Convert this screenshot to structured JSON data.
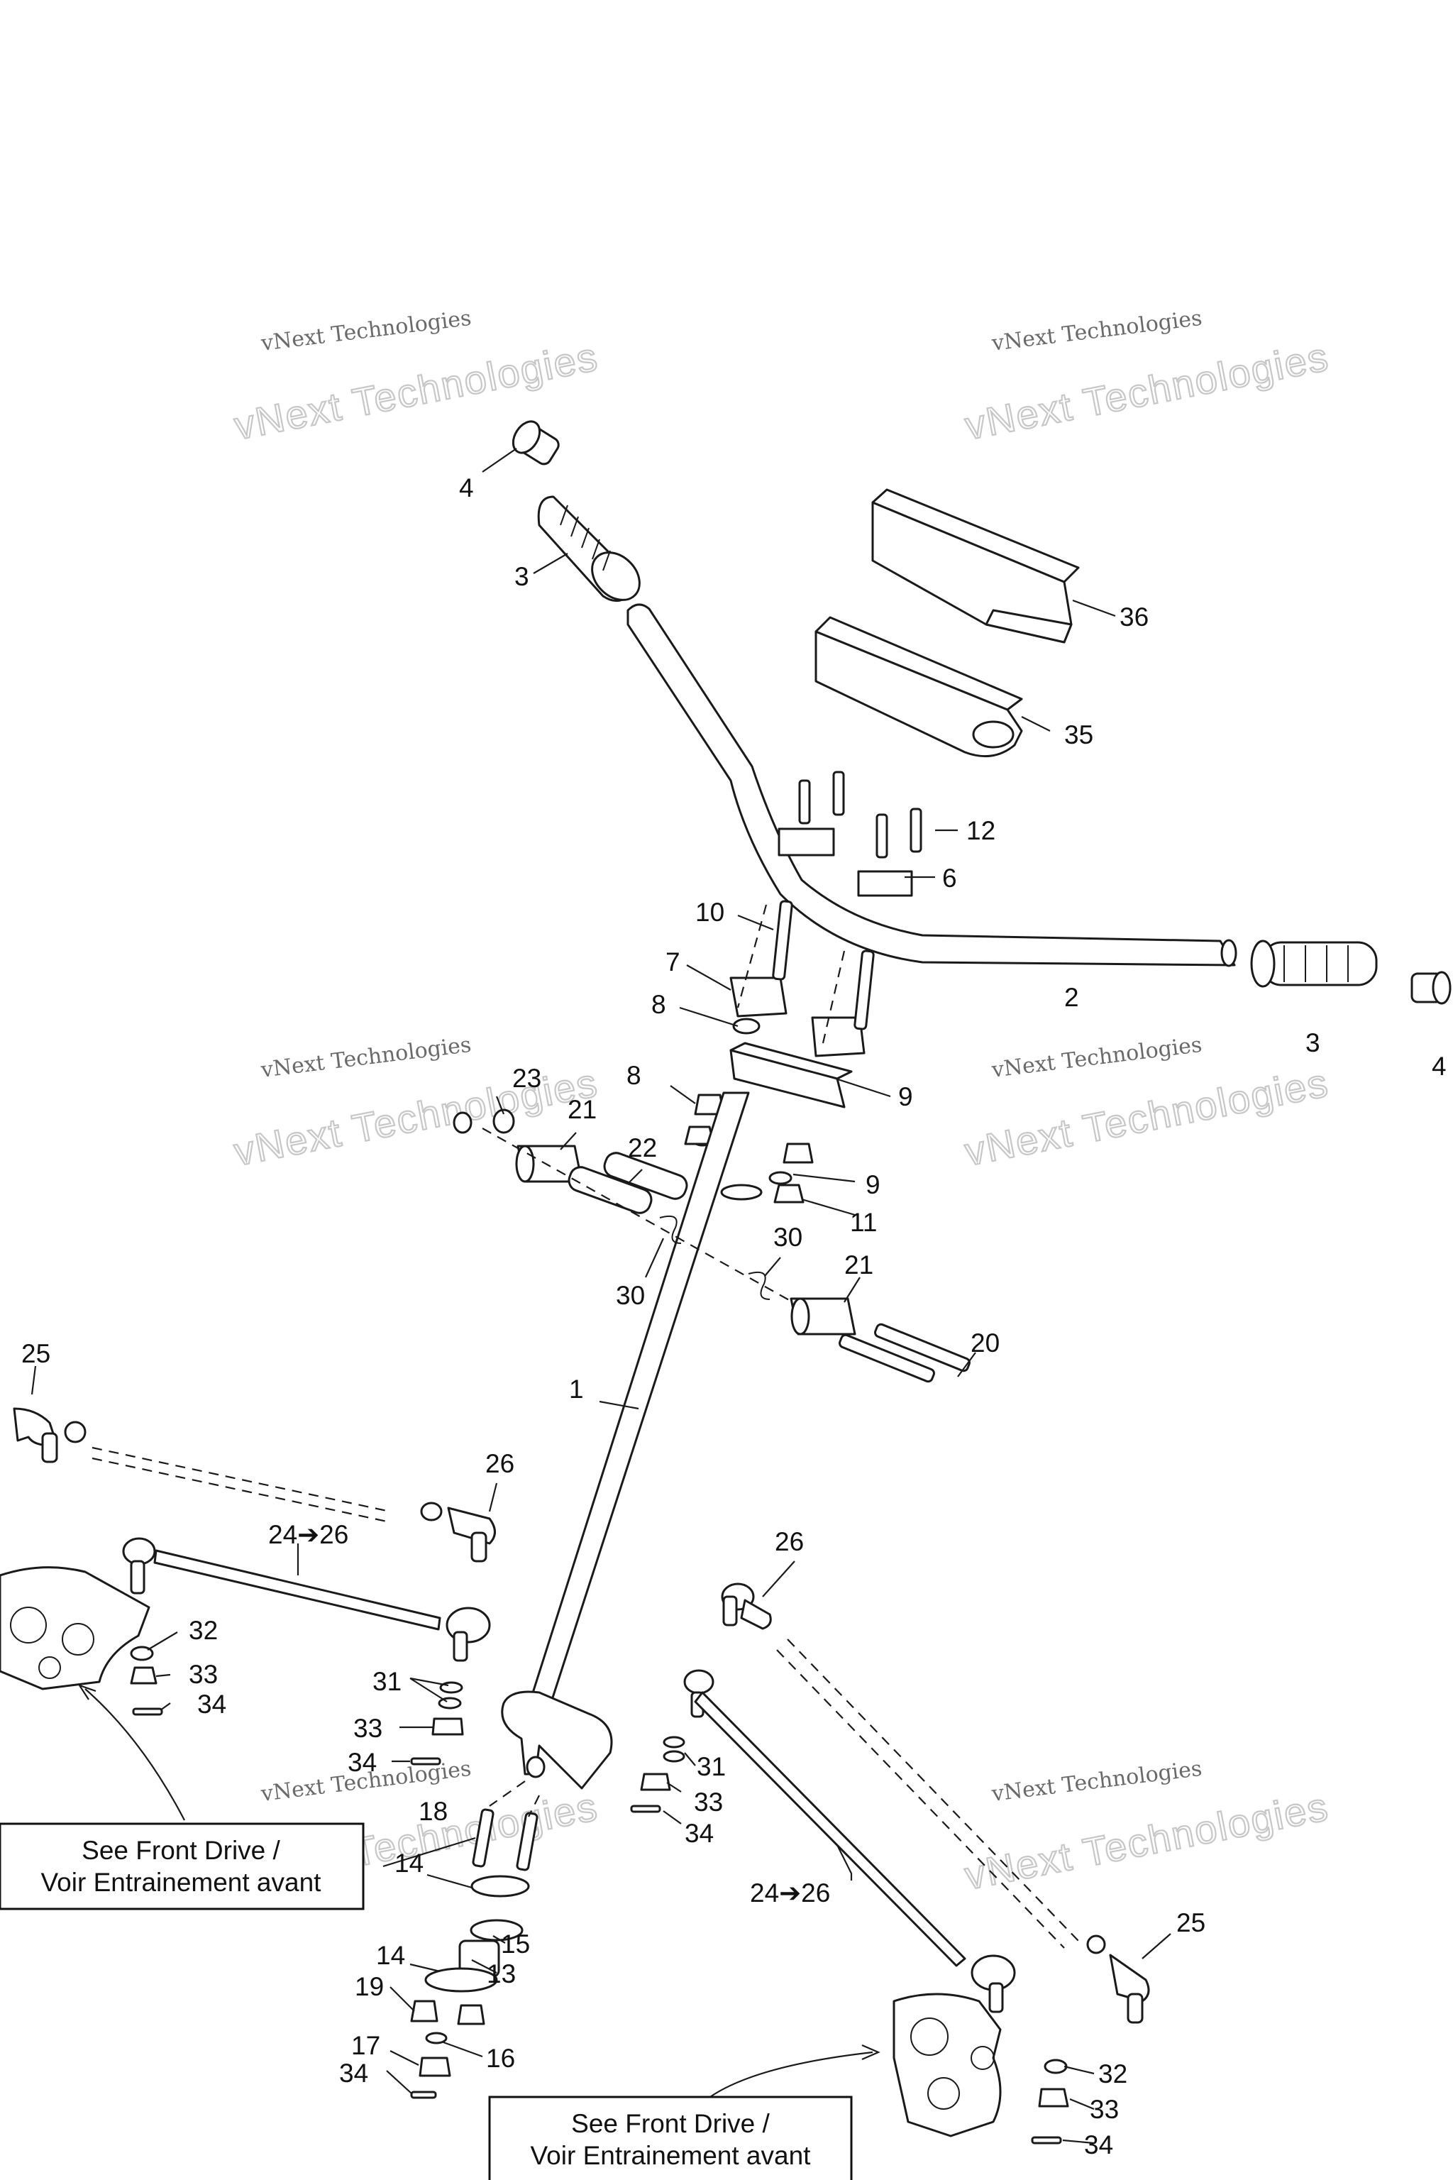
{
  "watermark": {
    "small": "vNext Technologies",
    "large": "vNext Technologies"
  },
  "callouts": {
    "c1": "1",
    "c2": "2",
    "c3a": "3",
    "c3b": "3",
    "c4a": "4",
    "c4b": "4",
    "c6": "6",
    "c7": "7",
    "c8a": "8",
    "c8b": "8",
    "c9a": "9",
    "c9b": "9",
    "c10": "10",
    "c11": "11",
    "c12": "12",
    "c13": "13",
    "c14a": "14",
    "c14b": "14",
    "c15": "15",
    "c16": "16",
    "c17": "17",
    "c18": "18",
    "c19": "19",
    "c20": "20",
    "c21a": "21",
    "c21b": "21",
    "c22": "22",
    "c23": "23",
    "c24a": "24➔26",
    "c24b": "24➔26",
    "c25a": "25",
    "c25b": "25",
    "c26a": "26",
    "c26b": "26",
    "c30a": "30",
    "c30b": "30",
    "c31a": "31",
    "c31b": "31",
    "c32a": "32",
    "c32b": "32",
    "c33a": "33",
    "c33b": "33",
    "c33c": "33",
    "c34a": "34",
    "c34b": "34",
    "c34c": "34",
    "c34d": "34",
    "c35": "35",
    "c36": "36"
  },
  "notes": {
    "left": {
      "line1": "See Front Drive /",
      "line2": "Voir Entrainement avant"
    },
    "right": {
      "line1": "See Front Drive /",
      "line2": "Voir Entrainement avant"
    }
  }
}
